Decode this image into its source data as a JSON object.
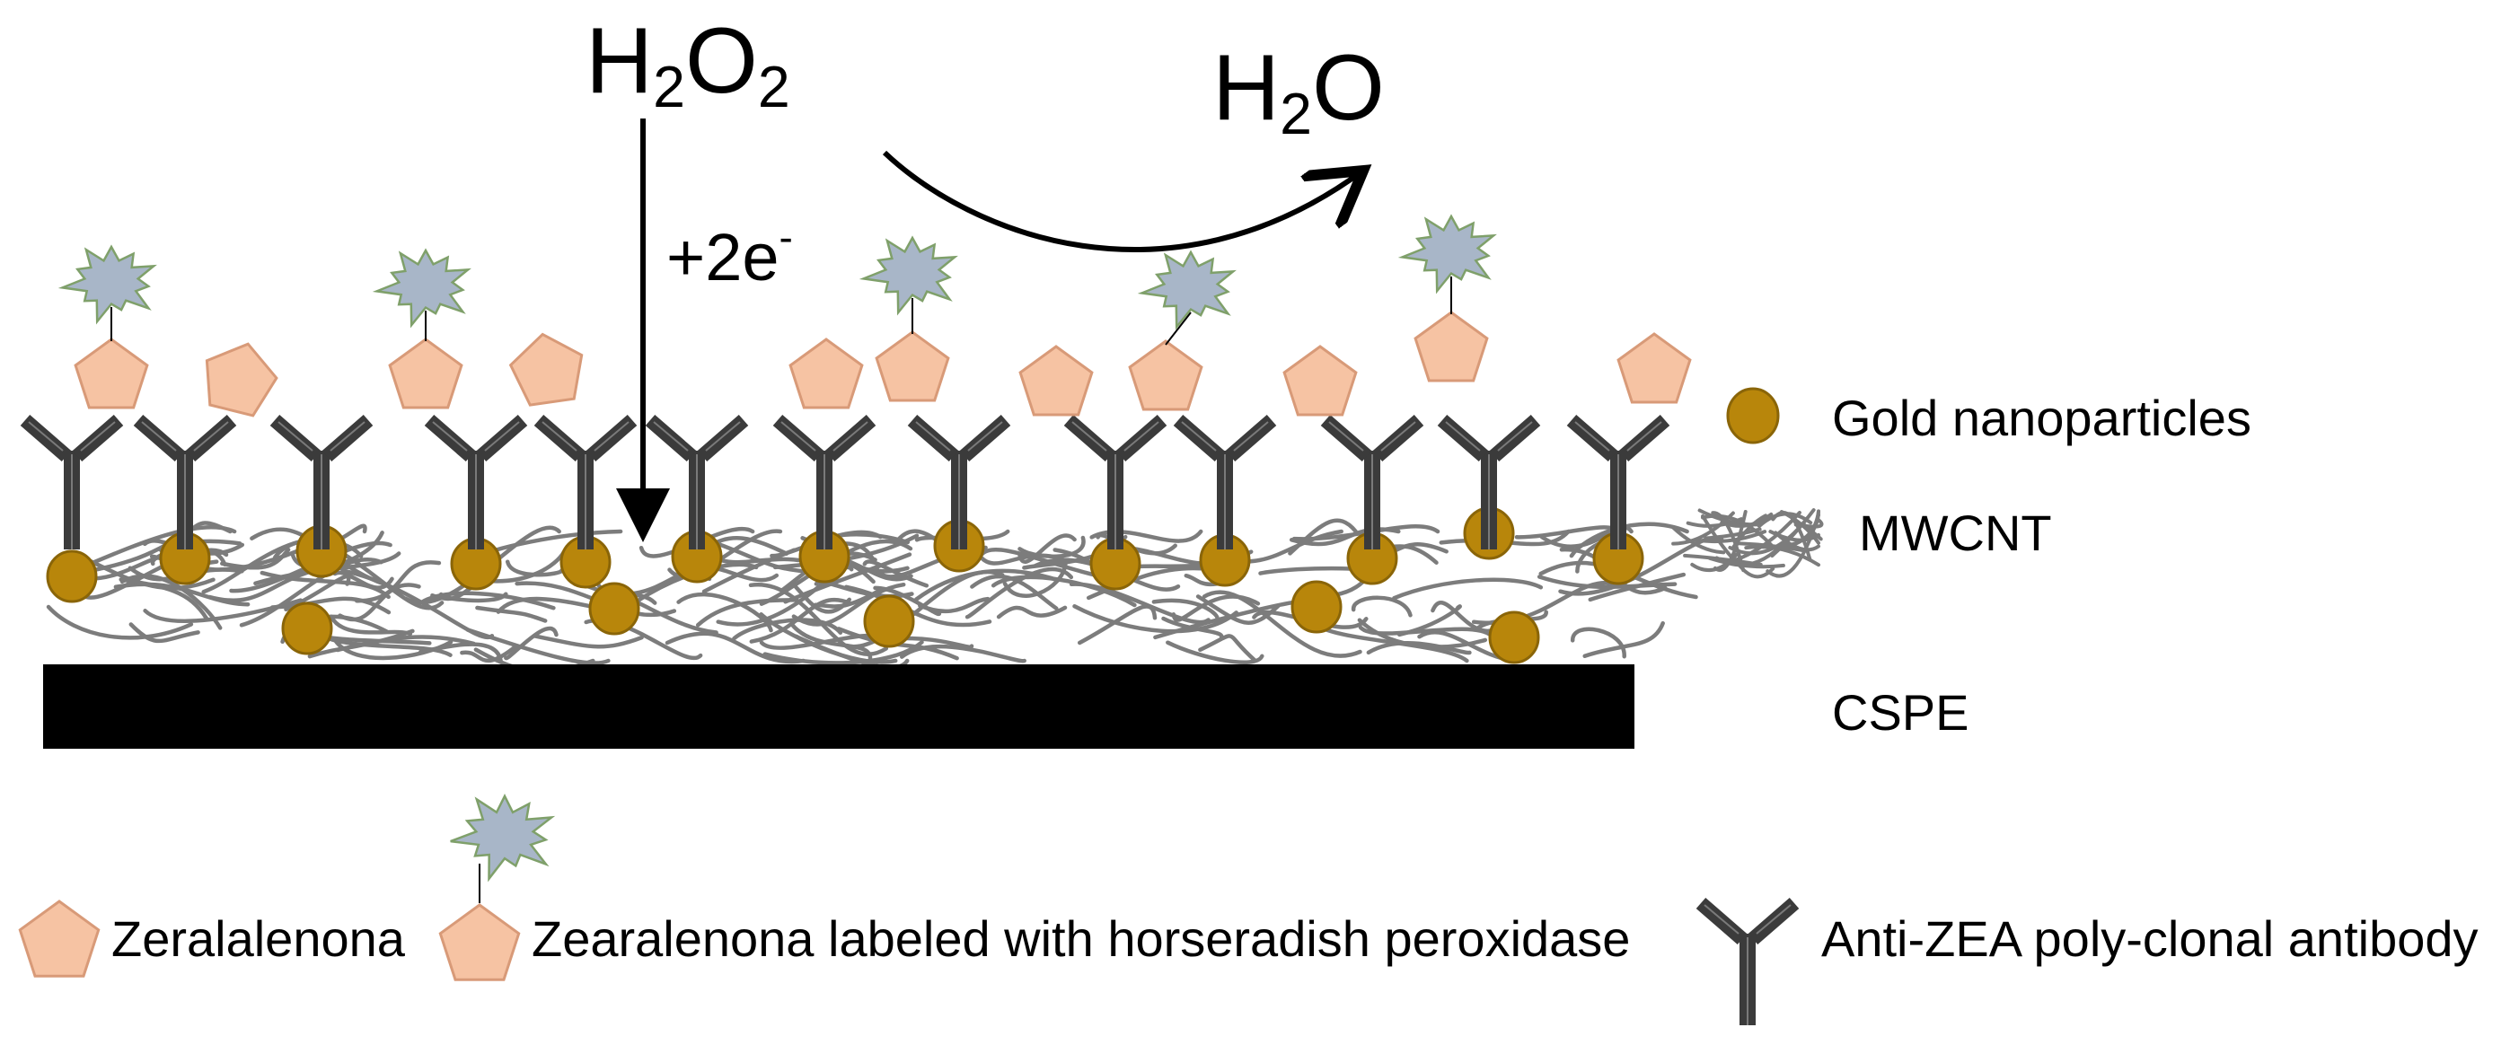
{
  "reaction": {
    "substrate_main": "H",
    "substrate_sub1": "2",
    "substrate_mid": "O",
    "substrate_sub2": "2",
    "product_main": "H",
    "product_sub": "2",
    "product_end": "O",
    "electrons_main": "+2e",
    "electrons_sup": "-"
  },
  "legend_right": {
    "gold": "Gold nanoparticles",
    "mwcnt": "MWCNT",
    "cspe": "CSPE"
  },
  "legend_bottom": {
    "zea": "Zeralalenona",
    "zea_hrp": "Zearalenona labeled with horseradish peroxidase",
    "antibody": "Anti-ZEA poly-clonal antibody"
  },
  "colors": {
    "gold": "#b8860b",
    "gold_stroke": "#8a6508",
    "pentagon": "#f6c3a3",
    "pentagon_stroke": "#d89a78",
    "hrp": "#a8b6c8",
    "hrp_stroke": "#7fa06a",
    "antibody": "#3b3b3b",
    "mwcnt": "#7c7c7c",
    "electrode": "#000000"
  }
}
